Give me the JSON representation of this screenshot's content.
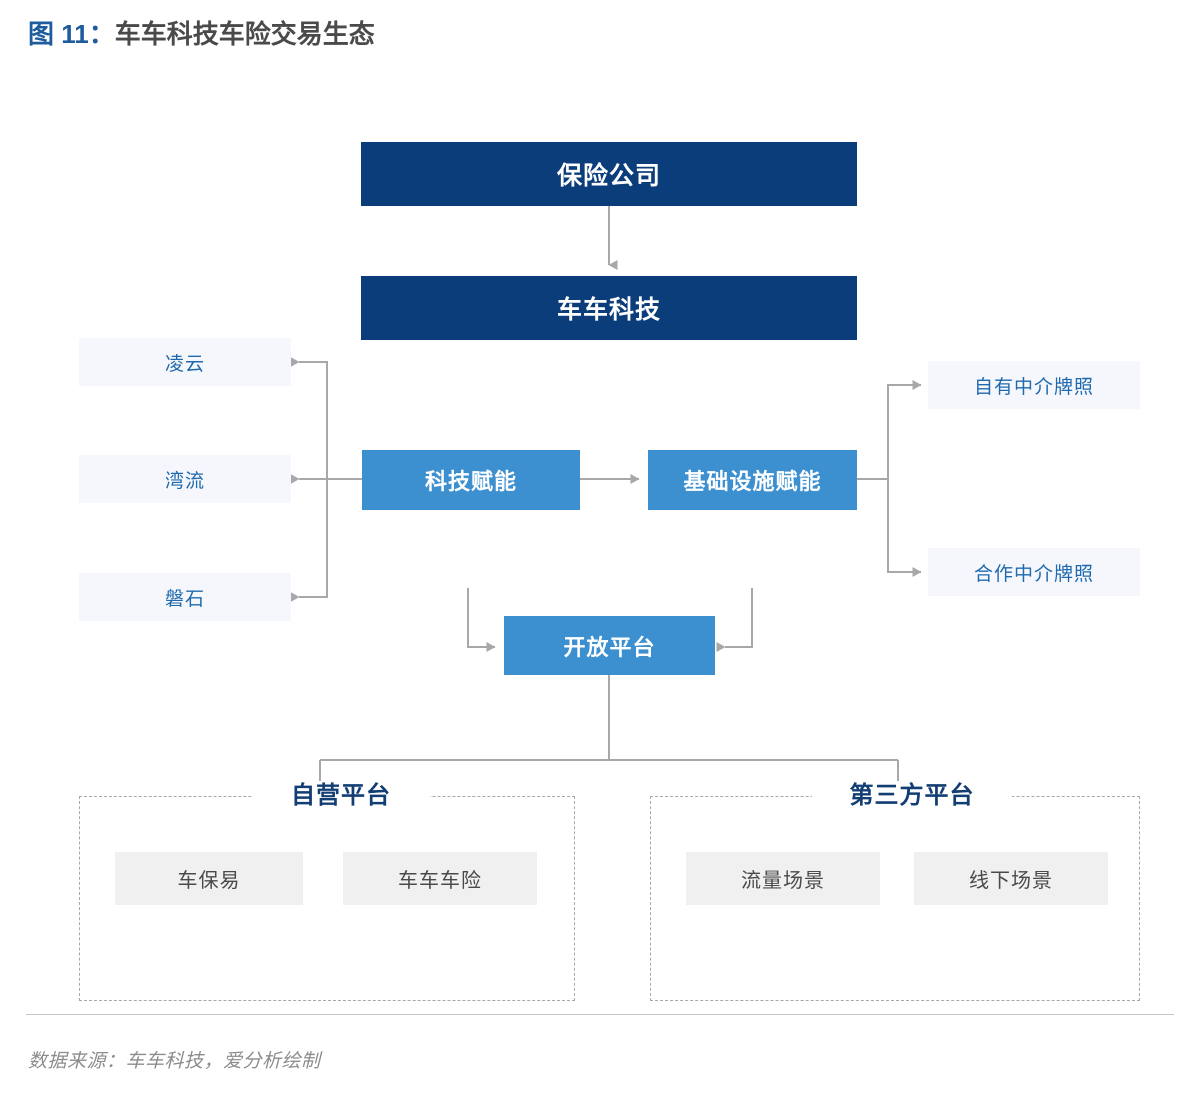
{
  "title": {
    "figure_label": "图 11：",
    "text": "车车科技车险交易生态"
  },
  "colors": {
    "navy": "#0B3D7B",
    "blue": "#3C90D0",
    "pale": "#F5F7FC",
    "pale_text": "#1F6AAE",
    "chip": "#F0F0F0",
    "chip_text": "#4A4A4A",
    "wire": "#A8A8A8",
    "group_title": "#123E73",
    "title_accent": "#1F5C9E",
    "title_text": "#4A4A4A",
    "footer_text": "#8C8C8C"
  },
  "nodes": {
    "insurer": "保险公司",
    "chechekeji": "车车科技",
    "tech_enablement": "科技赋能",
    "infra_enablement": "基础设施赋能",
    "open_platform": "开放平台"
  },
  "tech_products": [
    {
      "label": "凌云"
    },
    {
      "label": "湾流"
    },
    {
      "label": "磐石"
    }
  ],
  "licenses": [
    {
      "label": "自有中介牌照"
    },
    {
      "label": "合作中介牌照"
    }
  ],
  "platform_groups": [
    {
      "title": "自营平台",
      "items": [
        {
          "label": "车保易"
        },
        {
          "label": "车车车险"
        }
      ]
    },
    {
      "title": "第三方平台",
      "items": [
        {
          "label": "流量场景"
        },
        {
          "label": "线下场景"
        }
      ]
    }
  ],
  "footer": {
    "source": "数据来源：车车科技，爱分析绘制"
  }
}
